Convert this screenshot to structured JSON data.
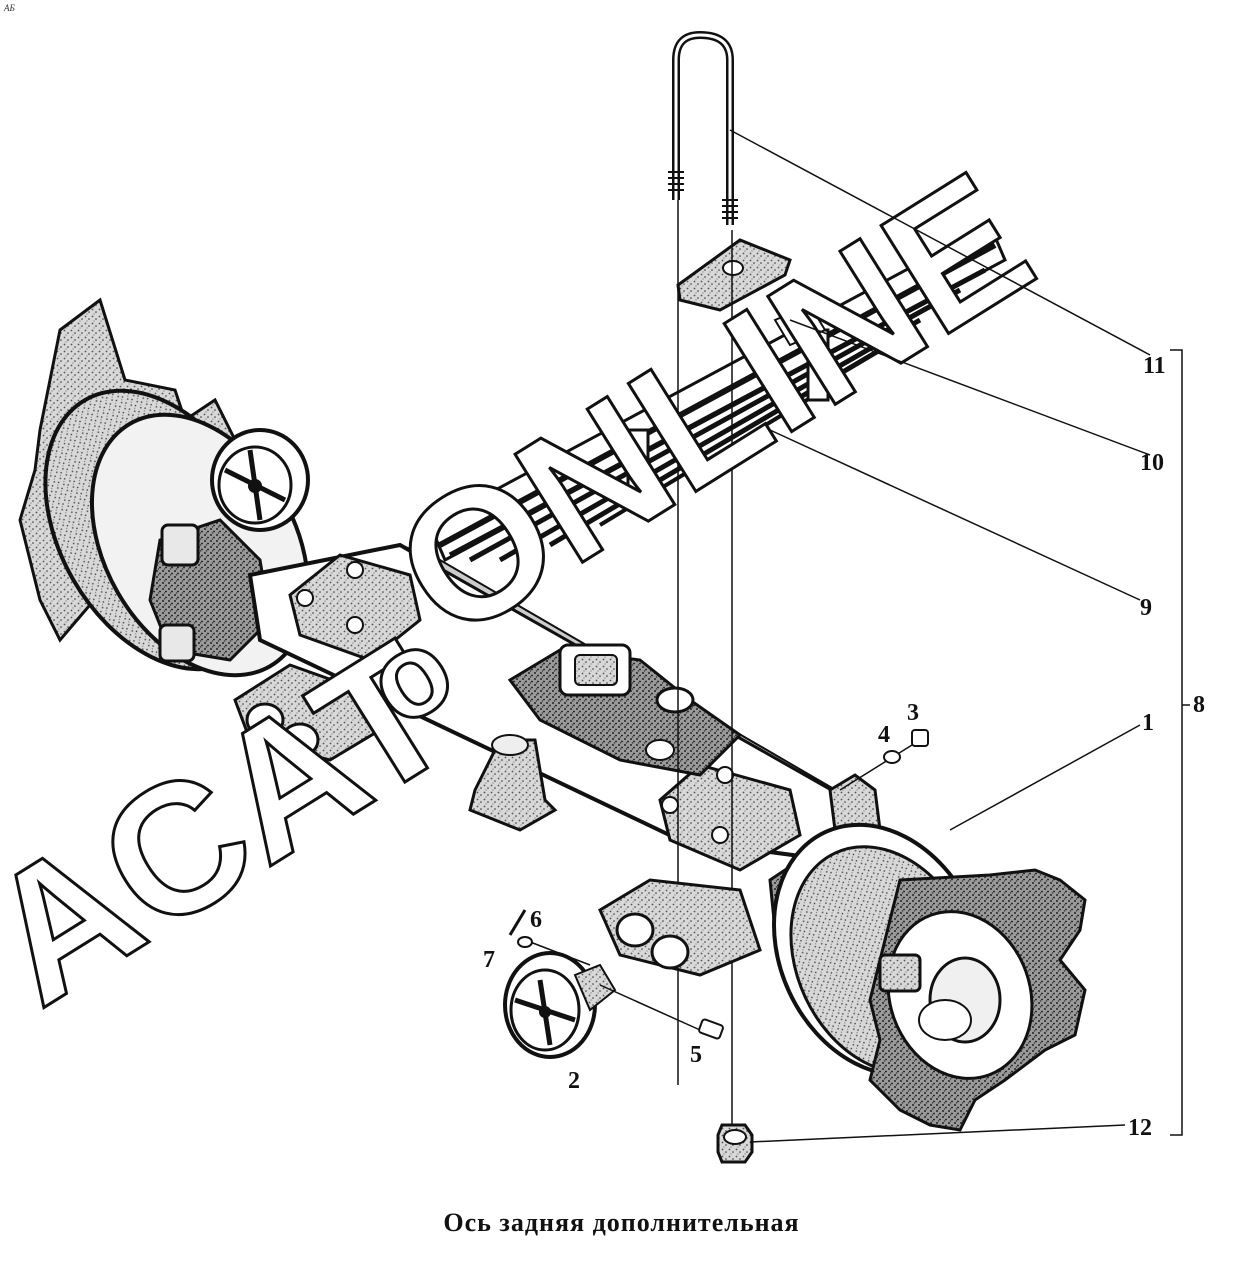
{
  "caption": "Ось задняя дополнительная",
  "corner_mark": "АБ",
  "watermark": {
    "part1": "ACAT",
    "part2": "ONLINE",
    "separator": "o"
  },
  "callouts": {
    "c1": "1",
    "c2": "2",
    "c3": "3",
    "c4": "4",
    "c5": "5",
    "c6": "6",
    "c7": "7",
    "c8": "8",
    "c9": "9",
    "c10": "10",
    "c11": "11",
    "c12": "12"
  },
  "colors": {
    "ink": "#111111",
    "speckle": "#8a8a8a",
    "paper": "#ffffff"
  }
}
